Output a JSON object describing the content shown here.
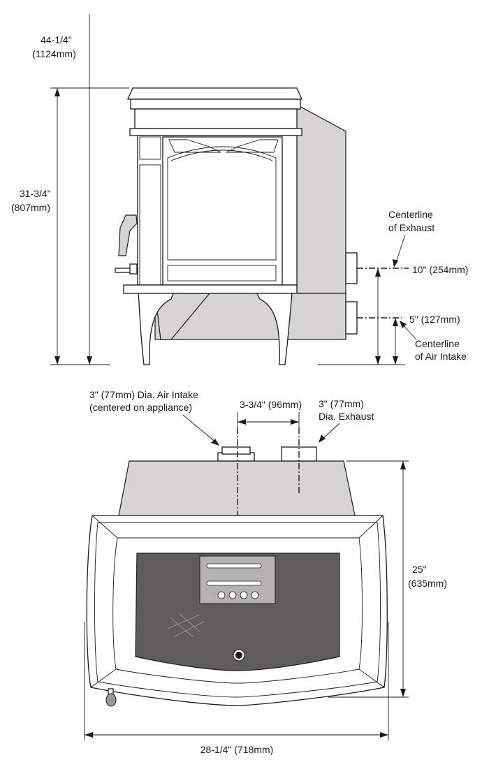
{
  "colors": {
    "stove_shadow": "#d6d4d4",
    "glass_panel": "#5f5c5e",
    "line": "#1a1a1a"
  },
  "side_view": {
    "overall_height": {
      "imperial": "44-1/4\"",
      "metric": "(1124mm)"
    },
    "body_height": {
      "imperial": "31-3/4\"",
      "metric": "(807mm)"
    },
    "exhaust_height": "10\" (254mm)",
    "intake_height": "5\" (127mm)",
    "exhaust_label": {
      "line1": "Centerline",
      "line2": "of Exhaust"
    },
    "intake_label": {
      "line1": "Centerline",
      "line2": "of Air Intake"
    }
  },
  "top_view": {
    "air_intake": {
      "line1": "3\" (77mm) Dia. Air Intake",
      "line2": "(centered on appliance)"
    },
    "spacing": "3-3/4\" (96mm)",
    "exhaust": {
      "line1": "3\" (77mm)",
      "line2": "Dia. Exhaust"
    },
    "depth": {
      "imperial": "25\"",
      "metric": "(635mm)"
    },
    "width": "28-1/4\" (718mm)"
  }
}
